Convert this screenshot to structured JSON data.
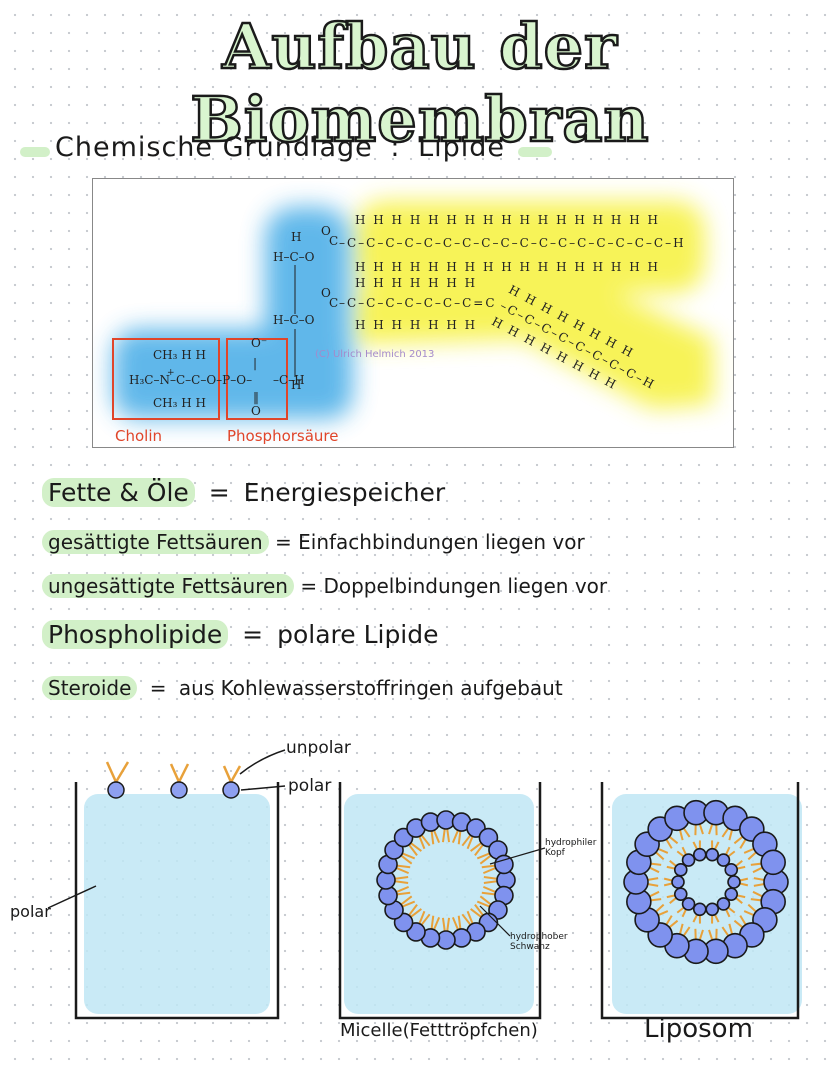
{
  "title": "Aufbau der Biomembran",
  "chem_line": {
    "label": "Chemische Grundlage",
    "sep": ":",
    "value": "Lipide"
  },
  "figure": {
    "label_cholin": "Cholin",
    "label_phosphor": "Phosphorsäure",
    "copyright": "(C) Ulrich Helmich 2013",
    "colors": {
      "head": "#4fb0e8",
      "tail": "#f6f13a",
      "box": "#e0452a"
    }
  },
  "notes": [
    {
      "key": "Fette & Öle",
      "sep": "=",
      "text": "Energiespeicher"
    },
    {
      "key": "gesättigte Fettsäuren",
      "sep": "=",
      "text": "Einfachbindungen liegen vor"
    },
    {
      "key": "ungesättigte Fettsäuren",
      "sep": "=",
      "text": "Doppelbindungen liegen vor"
    },
    {
      "key": "Phospholipide",
      "sep": "=",
      "text": "polare Lipide"
    },
    {
      "key": "Steroide",
      "sep": "=",
      "text": "aus Kohlewasserstoffringen aufgebaut"
    }
  ],
  "diagram": {
    "label_unpolar": "unpolar",
    "label_polar_head": "polar",
    "label_polar_water": "polar",
    "label_kopf": "hydrophiler Kopf",
    "label_schwanz": "hydrophober Schwanz",
    "caption_micelle": "Micelle(Fetttröpfchen)",
    "caption_liposom": "Liposom",
    "colors": {
      "water": "#bfe6f5",
      "head": "#8ea0f0",
      "tail": "#e8a13a"
    }
  }
}
